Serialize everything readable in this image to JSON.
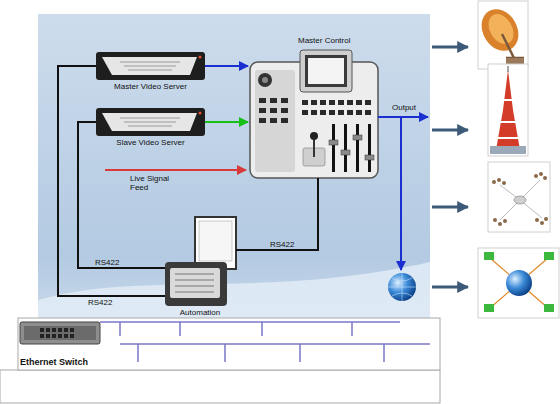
{
  "diagram": {
    "nodes": [
      {
        "text": [
          "Master Control"
        ]
      },
      {
        "text": [
          "Master Video Server"
        ]
      },
      {
        "text": [
          "Slave Video Server"
        ]
      },
      {
        "text": [
          "Automation"
        ]
      },
      {
        "text": [
          "Ethernet Switch"
        ]
      }
    ],
    "edges": [
      {
        "from": 1,
        "to": 0,
        "arrow": "to"
      },
      {
        "from": 2,
        "to": 0,
        "arrow": "to"
      },
      {
        "from": 3,
        "to": 1,
        "label": "RS422",
        "arrow": "none"
      },
      {
        "from": 3,
        "to": 2,
        "label": "RS422",
        "arrow": "none"
      },
      {
        "from": 3,
        "to": 0,
        "label": "RS422",
        "arrow": "none"
      }
    ],
    "labels": [
      "Live Signal Feed",
      "Output"
    ]
  }
}
